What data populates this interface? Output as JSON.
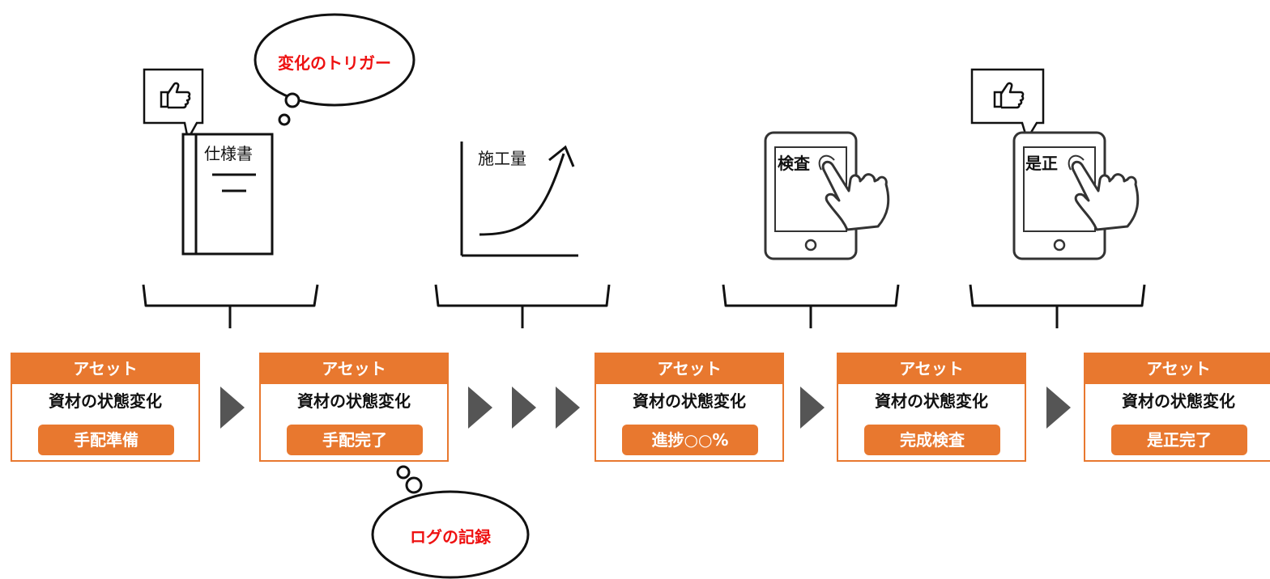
{
  "trigger_bubble": {
    "text": "変化のトリガー",
    "color": "#EE1111"
  },
  "log_bubble": {
    "text": "ログの記録",
    "color": "#EE1111"
  },
  "icons": {
    "spec": {
      "label": "仕様書",
      "icon": "book-icon"
    },
    "progress": {
      "label": "施工量",
      "icon": "growth-curve-icon"
    },
    "inspection": {
      "label": "検査",
      "icon": "tablet-tap-icon"
    },
    "correction": {
      "label": "是正",
      "icon": "tablet-tap-icon"
    },
    "like_icon": "thumbs-up-icon"
  },
  "cards": [
    {
      "header": "アセット",
      "subtitle": "資材の状態変化",
      "status": "手配準備"
    },
    {
      "header": "アセット",
      "subtitle": "資材の状態変化",
      "status": "手配完了"
    },
    {
      "header": "アセット",
      "subtitle": "資材の状態変化",
      "status": "進捗○○%"
    },
    {
      "header": "アセット",
      "subtitle": "資材の状態変化",
      "status": "完成検査"
    },
    {
      "header": "アセット",
      "subtitle": "資材の状態変化",
      "status": "是正完了"
    }
  ],
  "colors": {
    "accent": "#E8782F",
    "arrow": "#555555",
    "line": "#111111"
  }
}
